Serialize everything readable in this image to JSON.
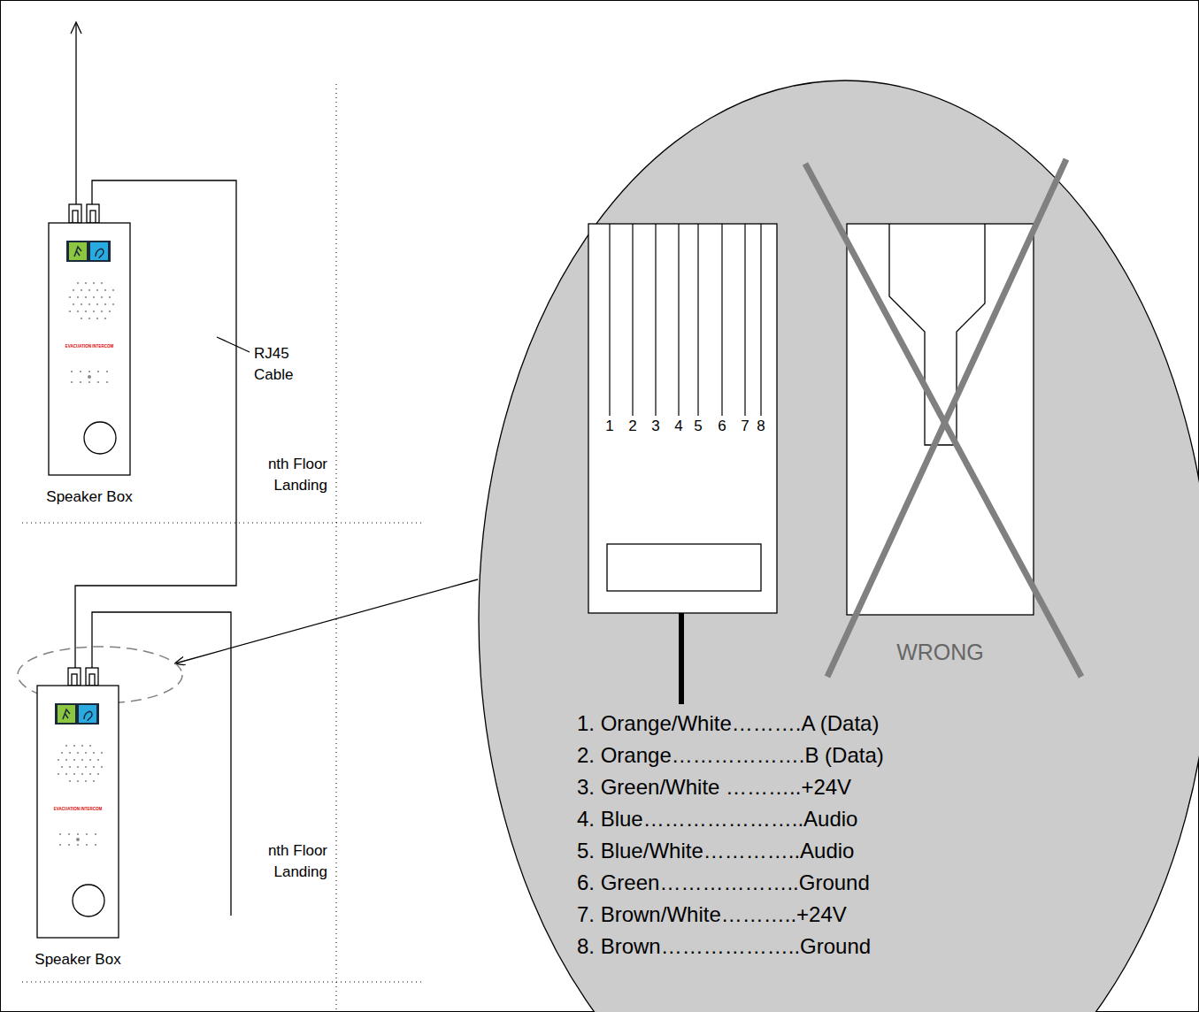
{
  "diagram": {
    "nodes": [
      {
        "text": [
          "EVACUATION INTERCOM",
          "Speaker Box"
        ]
      },
      {
        "text": [
          "EVACUATION INTERCOM",
          "Speaker Box"
        ]
      },
      {
        "text": [
          "1. Orange/White……….A (Data)",
          "2. Orange……………….B (Data)",
          "3. Green/White ………..+24V",
          "4. Blue…………………..Audio",
          "5. Blue/White…………..Audio",
          "6. Green………………..Ground",
          "7. Brown/White………..+24V",
          "8. Brown………………..Ground"
        ]
      },
      {
        "text": [
          "1",
          "2",
          "3",
          "4",
          "5",
          "6",
          "7",
          "8"
        ],
        "in": 2
      },
      {
        "text": [
          "WRONG"
        ],
        "in": 2
      }
    ],
    "edges": [
      {
        "from": 0,
        "to": 1,
        "arrow": "none",
        "label": "RJ45 Cable"
      },
      {
        "from": 2,
        "to": 1,
        "arrow": "to"
      }
    ],
    "labels": [
      "nth Floor Landing",
      "nth Floor Landing"
    ]
  }
}
